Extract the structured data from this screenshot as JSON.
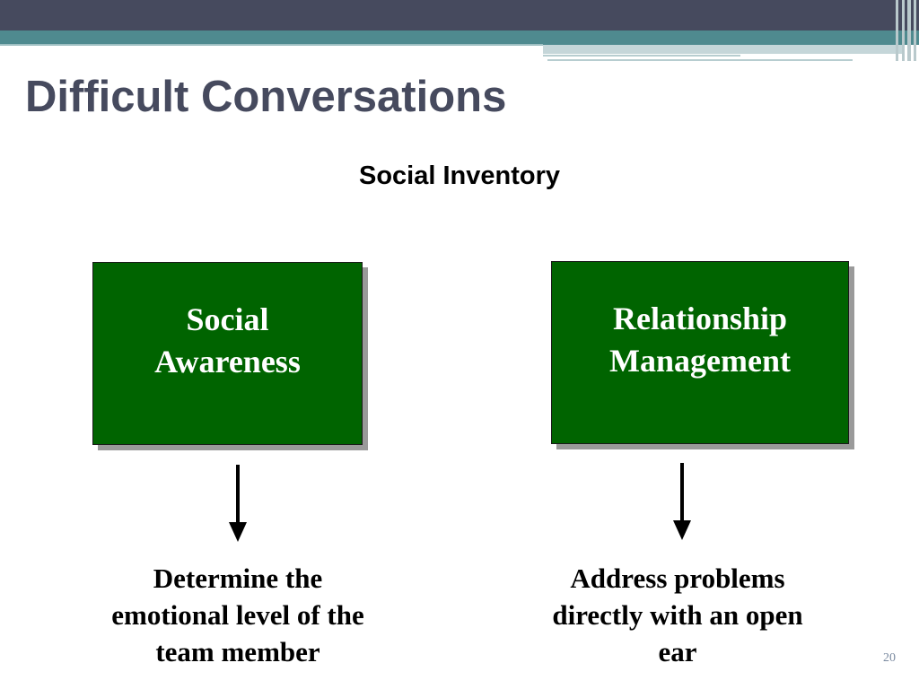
{
  "slide": {
    "title": "Difficult Conversations",
    "subtitle": "Social Inventory",
    "page_number": "20"
  },
  "diagram": {
    "left": {
      "box_label": "Social\nAwareness",
      "caption": "Determine the\nemotional level of the\nteam member"
    },
    "right": {
      "box_label": "Relationship\nManagement",
      "caption": "Address problems\ndirectly with an open\near"
    }
  },
  "colors": {
    "title": "#464a5e",
    "box_fill": "#006400",
    "header_dark": "#464a5e",
    "header_teal": "#4f8a8f"
  }
}
